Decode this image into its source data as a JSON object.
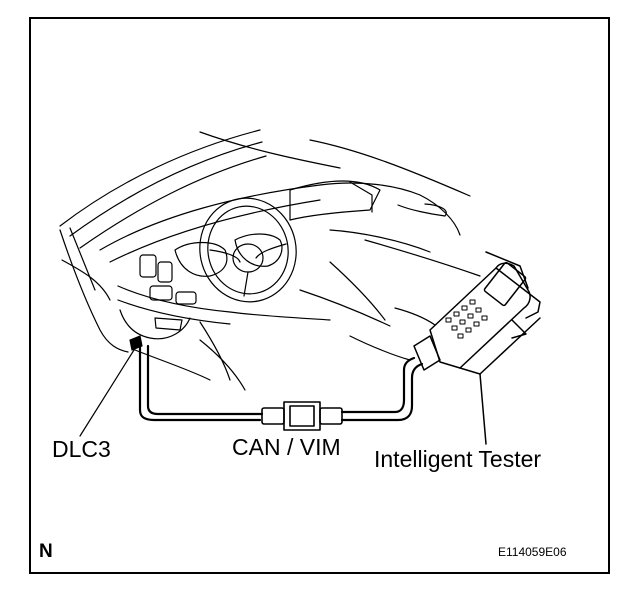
{
  "labels": {
    "dlc3": "DLC3",
    "can_vim": "CAN / VIM",
    "tester": "Intelligent Tester",
    "north": "N",
    "figure_code": "E114059E06"
  }
}
